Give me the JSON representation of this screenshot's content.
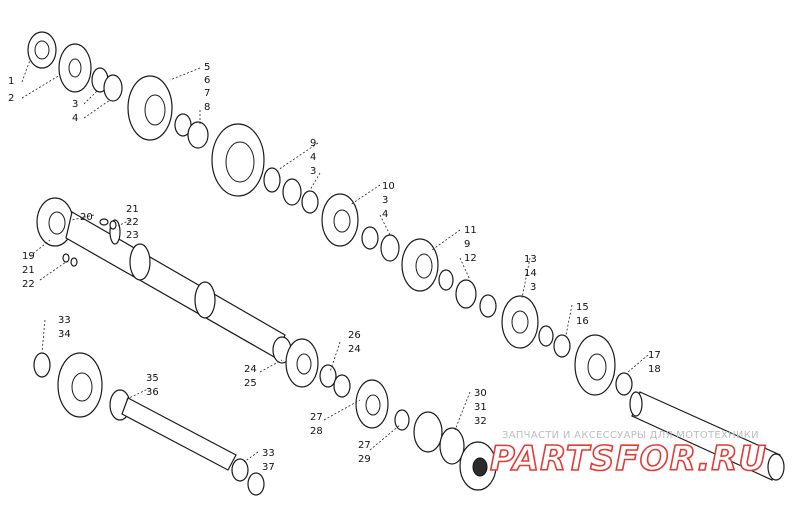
{
  "watermark": {
    "tagline": "ЗАПЧАСТИ И АКСЕССУАРЫ ДЛЯ МОТОТЕХНИКИ",
    "brand_left": "PARTS",
    "brand_right": "FOR.RU",
    "brand_color": "#e53935"
  },
  "callouts": {
    "c1": "1",
    "c2": "2",
    "c3a": "3",
    "c4a": "4",
    "c5": "5",
    "c6": "6",
    "c7": "7",
    "c8": "8",
    "c9a": "9",
    "c4b": "4",
    "c3b": "3",
    "c10": "10",
    "c3c": "3",
    "c4c": "4",
    "c11": "11",
    "c9b": "9",
    "c12": "12",
    "c13": "13",
    "c14": "14",
    "c3d": "3",
    "c15": "15",
    "c16": "16",
    "c17": "17",
    "c18": "18",
    "c19": "19",
    "c20": "20",
    "c21a": "21",
    "c22a": "22",
    "c23": "23",
    "c21b": "21",
    "c22b": "22",
    "c26": "26",
    "c24a": "24",
    "c24b": "24",
    "c25": "25",
    "c27a": "27",
    "c28": "28",
    "c27b": "27",
    "c29": "29",
    "c30": "30",
    "c31": "31",
    "c32": "32",
    "c33a": "33",
    "c34": "34",
    "c35": "35",
    "c36": "36",
    "c33b": "33",
    "c37": "37"
  }
}
